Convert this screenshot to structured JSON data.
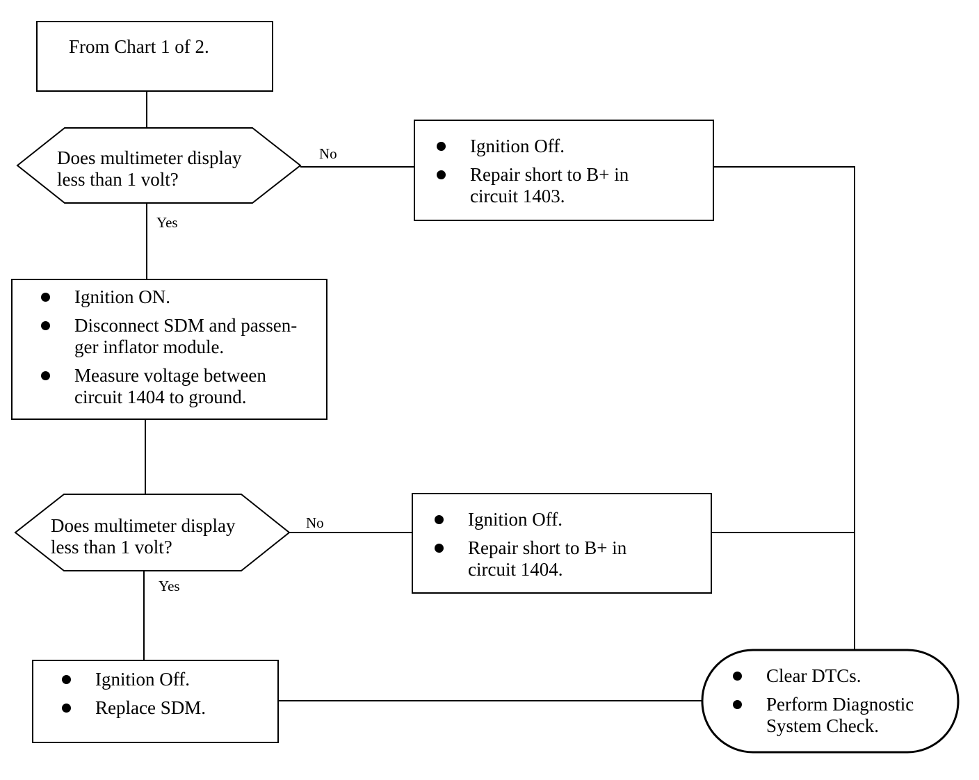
{
  "start": {
    "text": "From Chart 1 of 2."
  },
  "decision_1": {
    "line1": "Does multimeter display",
    "line2": "less than 1 volt?",
    "no_label": "No",
    "yes_label": "Yes"
  },
  "repair_1403": {
    "items": [
      {
        "lines": [
          "Ignition Off."
        ]
      },
      {
        "lines": [
          "Repair short to B+ in",
          "circuit 1403."
        ]
      }
    ]
  },
  "measure_1404": {
    "items": [
      {
        "lines": [
          "Ignition ON."
        ]
      },
      {
        "lines": [
          "Disconnect SDM and passen-",
          "ger inflator module."
        ]
      },
      {
        "lines": [
          "Measure voltage between",
          "circuit 1404 to ground."
        ]
      }
    ]
  },
  "decision_2": {
    "line1": "Does multimeter display",
    "line2": "less than 1 volt?",
    "no_label": "No",
    "yes_label": "Yes"
  },
  "repair_1404": {
    "items": [
      {
        "lines": [
          "Ignition Off."
        ]
      },
      {
        "lines": [
          "Repair short to B+ in",
          "circuit 1404."
        ]
      }
    ]
  },
  "replace_sdm": {
    "items": [
      {
        "lines": [
          "Ignition Off."
        ]
      },
      {
        "lines": [
          "Replace SDM."
        ]
      }
    ]
  },
  "end": {
    "items": [
      {
        "lines": [
          "Clear DTCs."
        ]
      },
      {
        "lines": [
          "Perform Diagnostic",
          "System Check."
        ]
      }
    ]
  }
}
